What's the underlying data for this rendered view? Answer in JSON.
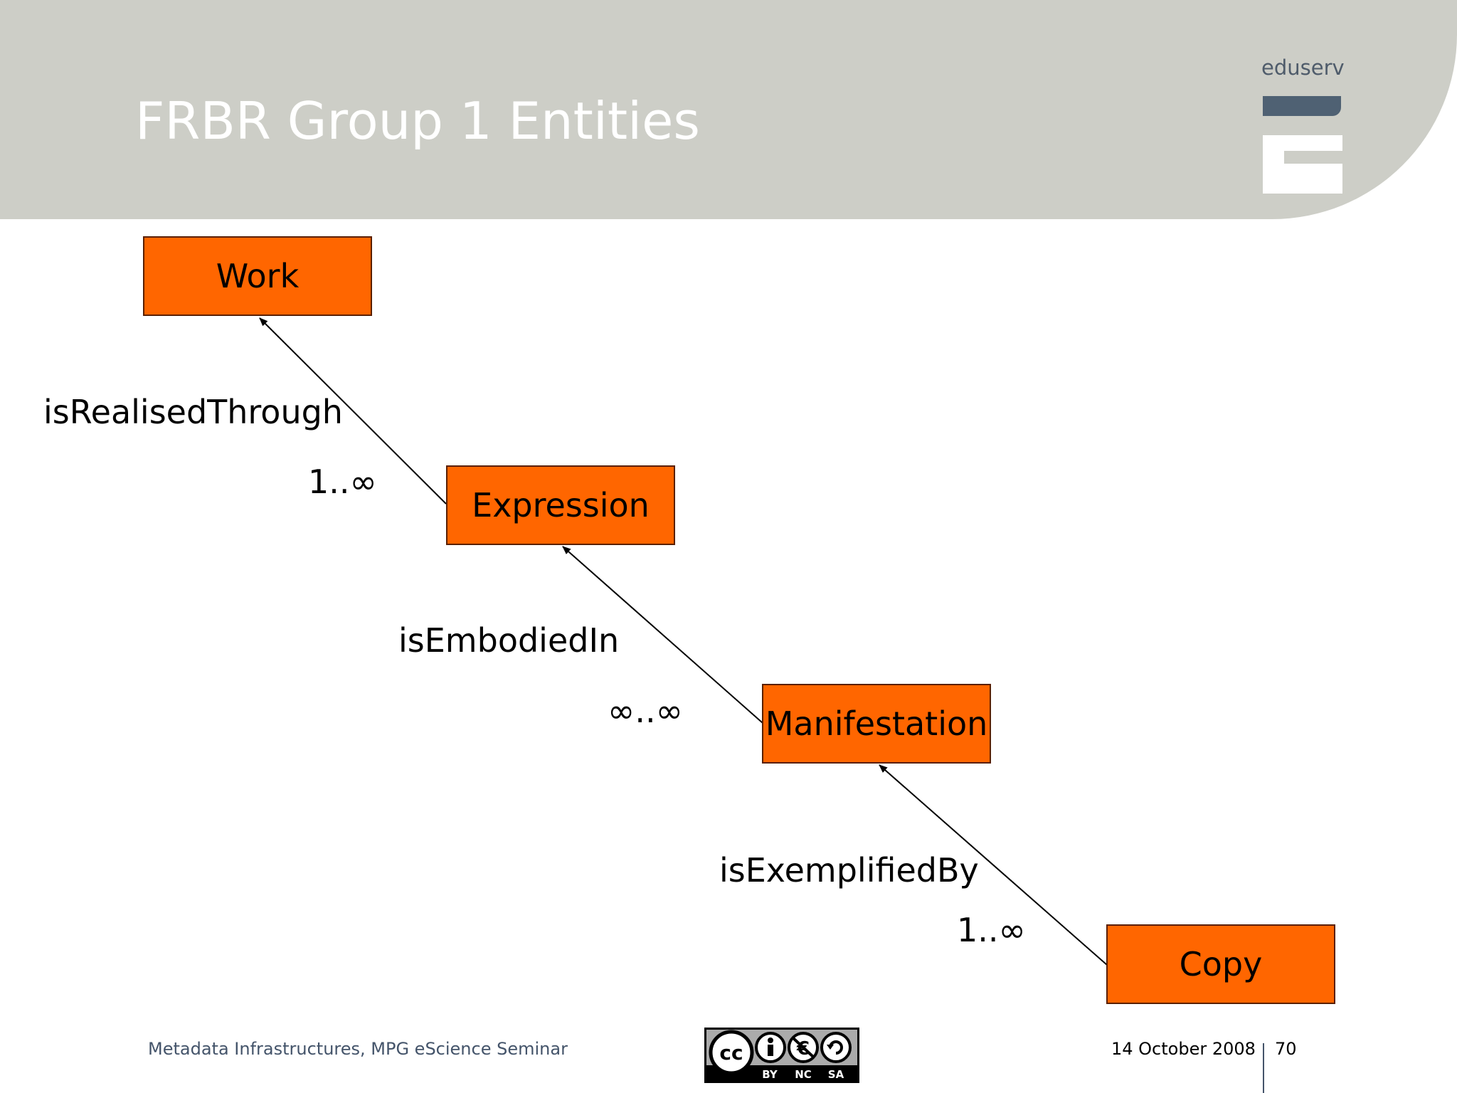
{
  "slide": {
    "title": "FRBR Group 1 Entities",
    "brand": "eduserv"
  },
  "colors": {
    "header_bg": "#cdcec7",
    "entity_fill": "#ff6600",
    "logo_blue": "#4f6173"
  },
  "diagram": {
    "entities": [
      {
        "id": "work",
        "label": "Work"
      },
      {
        "id": "expression",
        "label": "Expression"
      },
      {
        "id": "manifestation",
        "label": "Manifestation"
      },
      {
        "id": "copy",
        "label": "Copy"
      }
    ],
    "relations": [
      {
        "from": "expression",
        "to": "work",
        "label": "isRealisedThrough",
        "cardinality": "1..∞"
      },
      {
        "from": "manifestation",
        "to": "expression",
        "label": "isEmbodiedIn",
        "cardinality": "∞..∞"
      },
      {
        "from": "copy",
        "to": "manifestation",
        "label": "isExemplifiedBy",
        "cardinality": "1..∞"
      }
    ]
  },
  "footer": {
    "event": "Metadata Infrastructures, MPG eScience Seminar",
    "date": "14 October 2008",
    "page": "70",
    "license": {
      "badge": "cc-by-nc-sa-icon",
      "terms": [
        "BY",
        "NC",
        "SA"
      ]
    }
  }
}
